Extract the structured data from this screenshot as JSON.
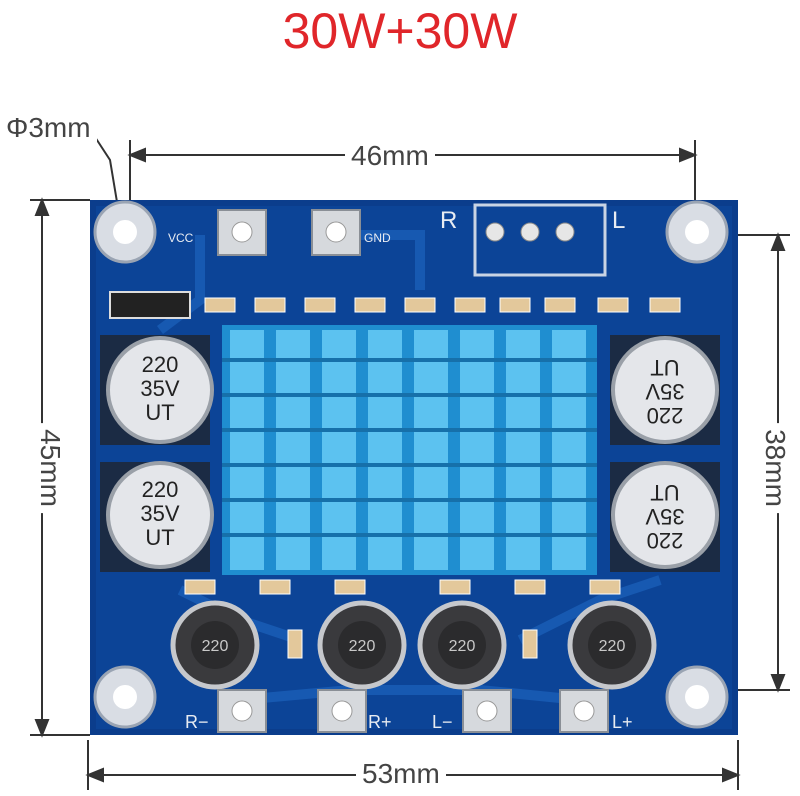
{
  "title": "30W+30W",
  "dimensions": {
    "hole_diameter": "Φ3mm",
    "top_width": "46mm",
    "left_height": "45mm",
    "right_height": "38mm",
    "bottom_width": "53mm"
  },
  "silkscreen": {
    "vcc": "VCC",
    "gnd": "GND",
    "r_channel": "R",
    "l_channel": "L",
    "r_minus": "R−",
    "r_plus": "R+",
    "l_minus": "L−",
    "l_plus": "L+"
  },
  "capacitor_label": [
    "220",
    "35V",
    "UT"
  ],
  "inductor_label": "220",
  "colors": {
    "title": "#e0262a",
    "pcb": "#0b3d8c",
    "heatsink": "#2aa3e0"
  }
}
